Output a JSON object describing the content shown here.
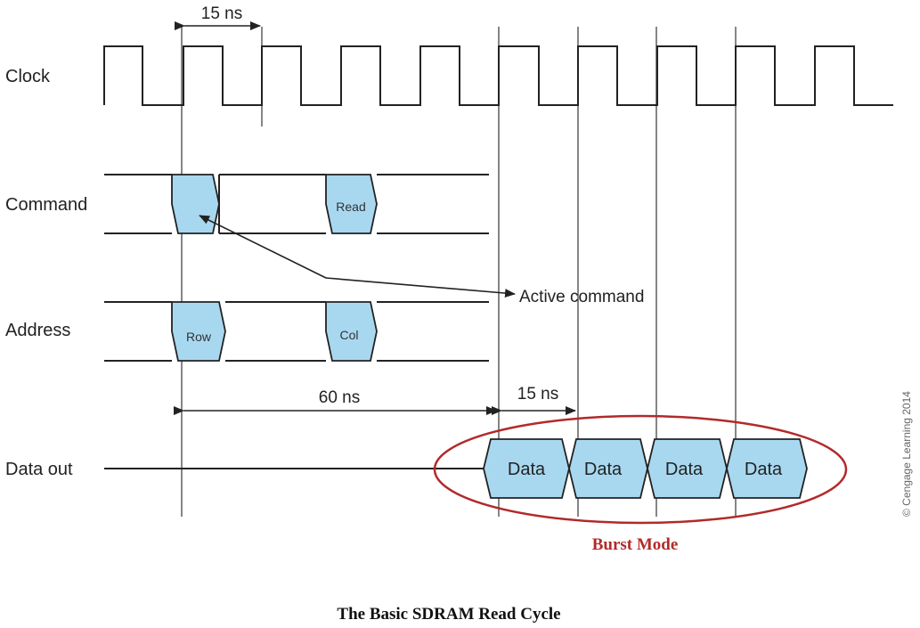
{
  "signals": {
    "clock": "Clock",
    "command": "Command",
    "address": "Address",
    "data_out": "Data out"
  },
  "command_cells": [
    "",
    "Read"
  ],
  "address_cells": [
    "Row",
    "Col"
  ],
  "data_cells": [
    "Data",
    "Data",
    "Data",
    "Data"
  ],
  "annotations": {
    "clock_period": "15 ns",
    "active_command": "Active command",
    "latency": "60 ns",
    "burst_period": "15 ns",
    "copyright": "© Cengage Learning 2014",
    "burst_mode": "Burst Mode"
  },
  "caption": "The Basic SDRAM Read Cycle",
  "colors": {
    "cell_fill": "#a8d8f0",
    "burst_ring": "#b22a2a",
    "line": "#222222"
  }
}
